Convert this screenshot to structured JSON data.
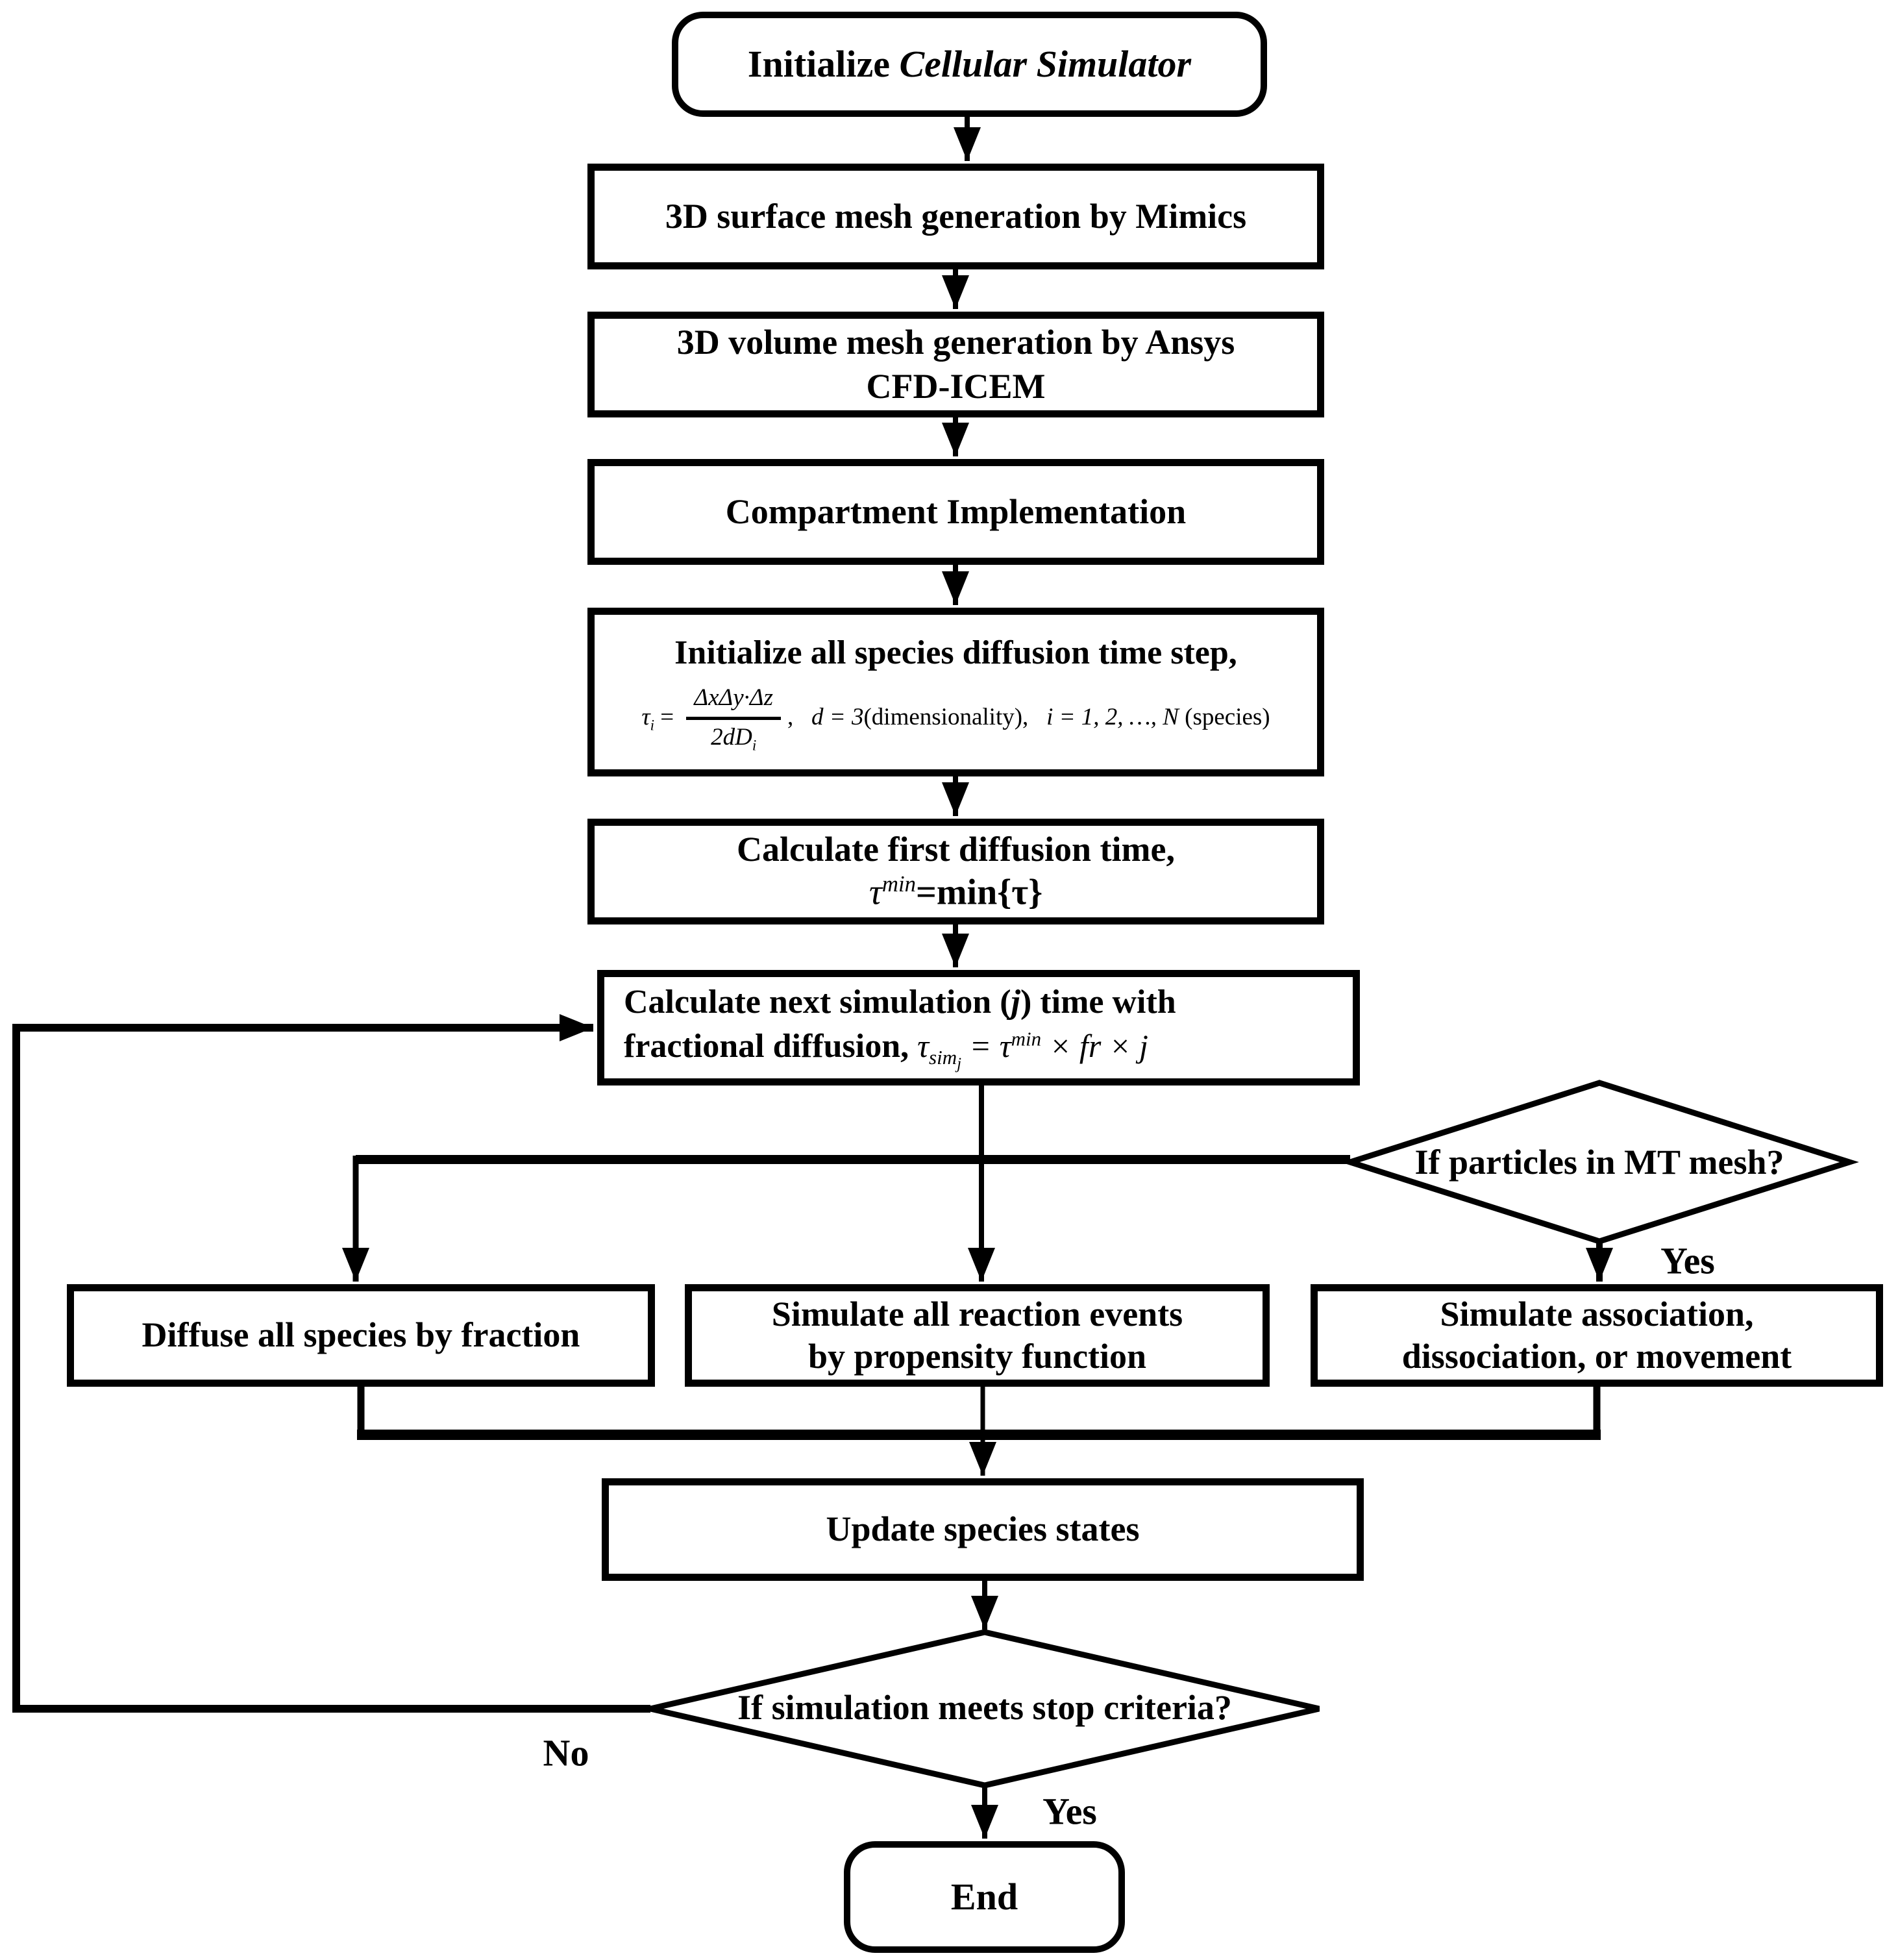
{
  "diagram": {
    "nodes": {
      "start": {
        "prefix": "Initialize ",
        "title_italic": "Cellular Simulator"
      },
      "surface_mesh": {
        "label": "3D surface mesh generation by Mimics"
      },
      "volume_mesh": {
        "line1": "3D volume mesh generation by Ansys",
        "line2": "CFD-ICEM"
      },
      "compartment": {
        "label": "Compartment Implementation"
      },
      "init_step": {
        "line1": "Initialize all species diffusion time step,",
        "formula": {
          "tau": "τ",
          "tau_sub": "i",
          "eq": " = ",
          "num": "ΔxΔy·Δz",
          "den": "2dD",
          "den_sub": "i",
          "comma": ",",
          "d_part": "d = 3",
          "d_rest": "(dimensionality),",
          "i_part": "i = 1, 2, …, N",
          "i_rest": "(species)"
        }
      },
      "first_time": {
        "line1": "Calculate first diffusion time,",
        "formula": {
          "tau": "τ",
          "sup": "min",
          "mid": "=min{",
          "tau2": "τ",
          "close": "}"
        }
      },
      "next_sim": {
        "line1_a": "Calculate next simulation (",
        "line1_j": "j",
        "line1_b": ") time with",
        "line2_prefix": "fractional diffusion, ",
        "formula": {
          "tau": "τ",
          "sub": "sim",
          "sub_j": "j",
          "eq": " = ",
          "tau2": "τ",
          "sup": "min",
          "times1": " × ",
          "fr": "fr",
          "times2": " × ",
          "j": "j"
        }
      },
      "mt_decision": {
        "line1": "If particles in",
        "line2": "MT mesh?"
      },
      "diffuse": {
        "label": "Diffuse all species by fraction"
      },
      "reactions": {
        "line1": "Simulate all reaction events",
        "line2": "by propensity function"
      },
      "association": {
        "line1": "Simulate association,",
        "line2": "dissociation, or movement"
      },
      "update": {
        "label": "Update species states"
      },
      "stop_decision": {
        "line1": "If simulation meets",
        "line2": "stop criteria?"
      },
      "end": {
        "label": "End"
      }
    },
    "edge_labels": {
      "mt_yes": "Yes",
      "stop_yes": "Yes",
      "stop_no": "No"
    },
    "colors": {
      "line": "#000000",
      "background": "#ffffff",
      "box_fill": "#ffffff"
    }
  }
}
